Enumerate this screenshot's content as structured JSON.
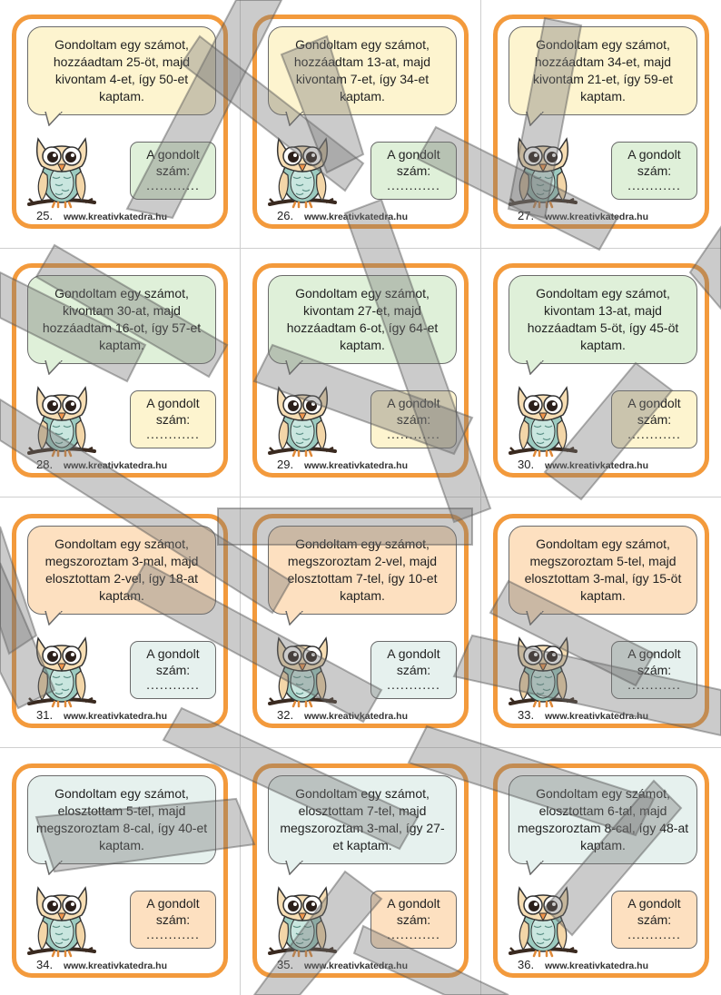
{
  "labels": {
    "answer_title": "A gondolt szám:",
    "answer_dots": "............",
    "site": "www.kreativkatedra.hu"
  },
  "colors": {
    "card_border": "#f39a3c",
    "yellow": "#fdf4cf",
    "green": "#dff0d9",
    "peach": "#fde0c0",
    "mint": "#e6f1ee"
  },
  "cards": [
    {
      "number": "25.",
      "text": "Gondoltam egy számot, hozzáadtam 25-öt, majd kivontam 4-et, így 50-et kaptam.",
      "bubble_color": "yellow",
      "answer_color": "green"
    },
    {
      "number": "26.",
      "text": "Gondoltam egy számot, hozzáadtam 13-at, majd kivontam 7-et, így 34-et kaptam.",
      "bubble_color": "yellow",
      "answer_color": "green"
    },
    {
      "number": "27.",
      "text": "Gondoltam egy számot, hozzáadtam 34-et, majd kivontam 21-et, így 59-et kaptam.",
      "bubble_color": "yellow",
      "answer_color": "green"
    },
    {
      "number": "28.",
      "text": "Gondoltam egy számot, kivontam 30-at, majd hozzáadtam 16-ot, így 57-et kaptam.",
      "bubble_color": "green",
      "answer_color": "yellow"
    },
    {
      "number": "29.",
      "text": "Gondoltam egy számot, kivontam 27-et, majd hozzáadtam 6-ot, így 64-et kaptam.",
      "bubble_color": "green",
      "answer_color": "yellow"
    },
    {
      "number": "30.",
      "text": "Gondoltam egy számot, kivontam 13-at, majd hozzáadtam 5-öt, így 45-öt kaptam.",
      "bubble_color": "green",
      "answer_color": "yellow"
    },
    {
      "number": "31.",
      "text": "Gondoltam egy számot, megszoroztam 3-mal, majd elosztottam 2-vel, így 18-at kaptam.",
      "bubble_color": "peach",
      "answer_color": "mint"
    },
    {
      "number": "32.",
      "text": "Gondoltam egy számot, megszoroztam 2-vel, majd elosztottam 7-tel, így 10-et kaptam.",
      "bubble_color": "peach",
      "answer_color": "mint"
    },
    {
      "number": "33.",
      "text": "Gondoltam egy számot, megszoroztam 5-tel, majd elosztottam 3-mal, így 15-öt kaptam.",
      "bubble_color": "peach",
      "answer_color": "mint"
    },
    {
      "number": "34.",
      "text": "Gondoltam egy számot, elosztottam 5-tel, majd megszoroztam 8-cal, így 40-et kaptam.",
      "bubble_color": "mint",
      "answer_color": "peach"
    },
    {
      "number": "35.",
      "text": "Gondoltam egy számot, elosztottam 7-tel, majd megszoroztam 3-mal, így 27-et kaptam.",
      "bubble_color": "mint",
      "answer_color": "peach"
    },
    {
      "number": "36.",
      "text": "Gondoltam egy számot, elosztottam 6-tal, majd megszoroztam 8-cal, így 48-at kaptam.",
      "bubble_color": "mint",
      "answer_color": "peach"
    }
  ]
}
